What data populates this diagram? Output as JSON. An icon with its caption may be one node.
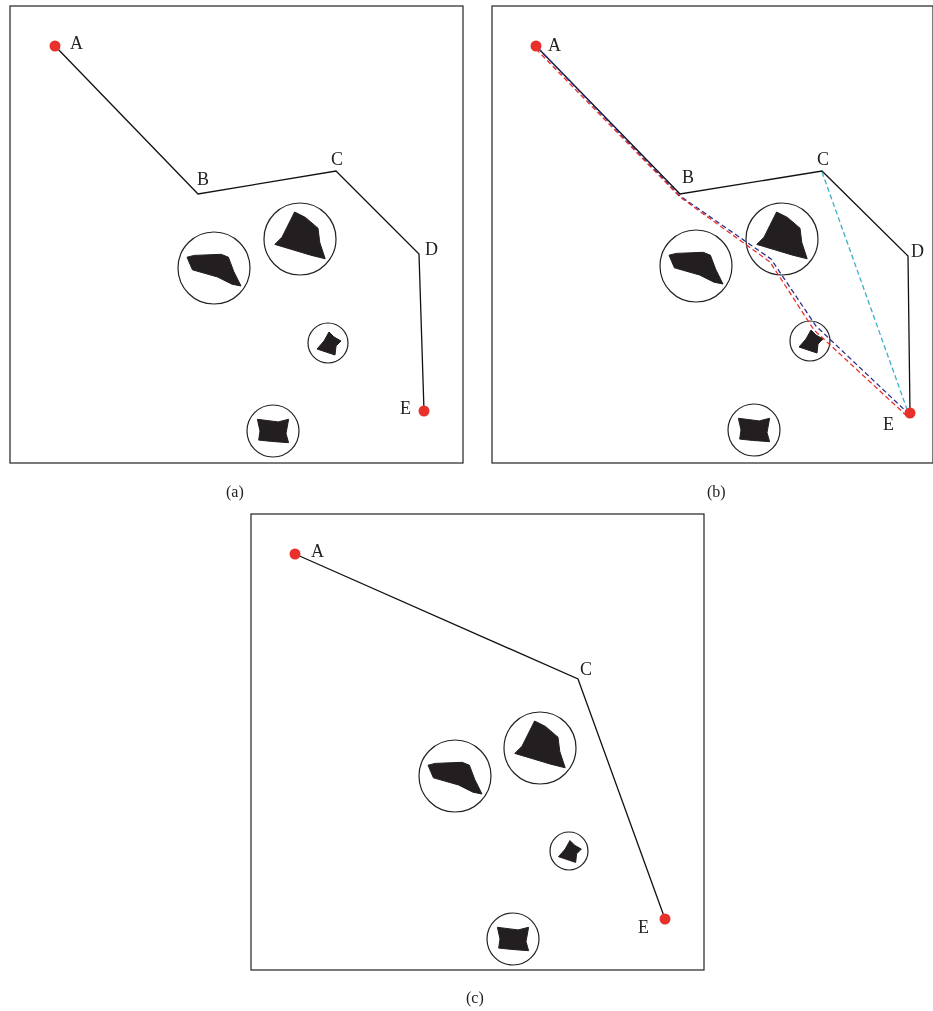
{
  "diagram": {
    "labels": [
      "A",
      "B",
      "C",
      "D",
      "E",
      "A",
      "B",
      "C",
      "D",
      "E",
      "(a)",
      "(b)",
      "A",
      "C",
      "E",
      "(c)"
    ]
  }
}
